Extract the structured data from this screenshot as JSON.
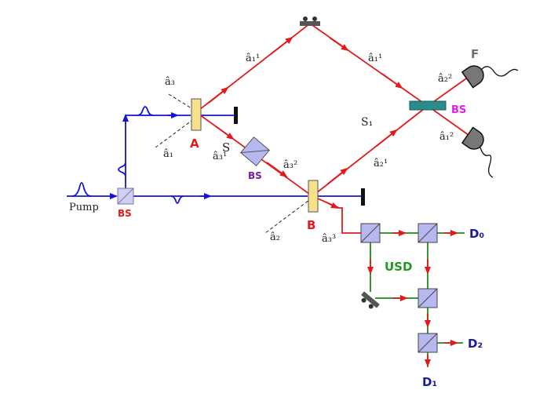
{
  "colors": {
    "blue": "#1414d6",
    "red": "#e41a1a",
    "green": "#1e8a1e",
    "crystal": "#f7e08a",
    "bs_cube": "#b8b8f0",
    "bs_teal": "#2e8b8b",
    "label_red": "#e41a1a",
    "label_magenta": "#e020e0",
    "label_purple": "#7a1aa0",
    "label_green": "#1e9a1e",
    "label_navy": "#1a1a9a",
    "label_gray": "#707070"
  },
  "labels": {
    "pump": "Pump",
    "bs_pump": "BS",
    "bs_mid": "BS",
    "bs_top": "BS",
    "crystal_a": "A",
    "crystal_b": "B",
    "s_label": "S",
    "s1_label": "S₁",
    "usd": "USD",
    "d0": "D₀",
    "d1": "D₁",
    "d2": "D₂",
    "f": "F",
    "a3_top": "â₃",
    "a1_left": "â₁",
    "a3_1_near_a": "â₃¹",
    "a1_1_left": "â₁¹",
    "a1_1_right": "â₁¹",
    "a3_2": "â₃²",
    "a2_1": "â₂¹",
    "a2_2": "â₂²",
    "a1_2": "â₁²",
    "a2_bottom": "â₂",
    "a3_3": "â₃³"
  }
}
